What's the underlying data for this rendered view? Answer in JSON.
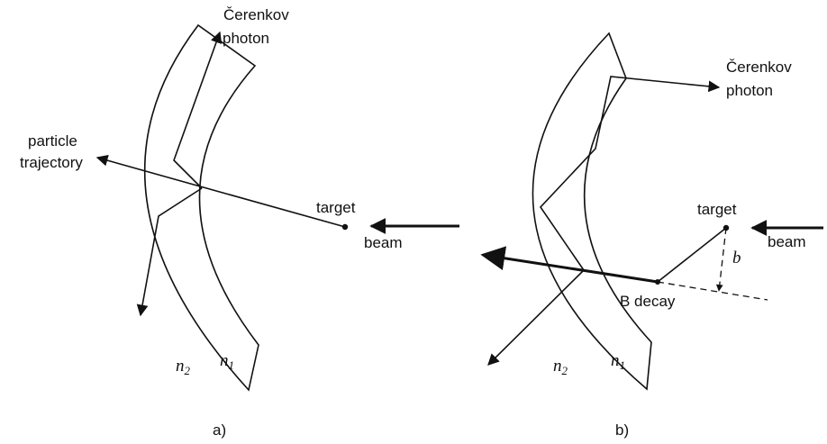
{
  "panel_a": {
    "label_photon_1": "Čerenkov",
    "label_photon_2": "photon",
    "label_particle_1": "particle",
    "label_particle_2": "trajectory",
    "label_target": "target",
    "label_beam": "beam",
    "label_n2": "n2",
    "label_n1": "n1",
    "caption": "a)"
  },
  "panel_b": {
    "label_photon_1": "Čerenkov",
    "label_photon_2": "photon",
    "label_target": "target",
    "label_beam": "beam",
    "label_b": "b",
    "label_decay": "B decay",
    "label_n2": "n2",
    "label_n1": "n1",
    "caption": "b)"
  }
}
